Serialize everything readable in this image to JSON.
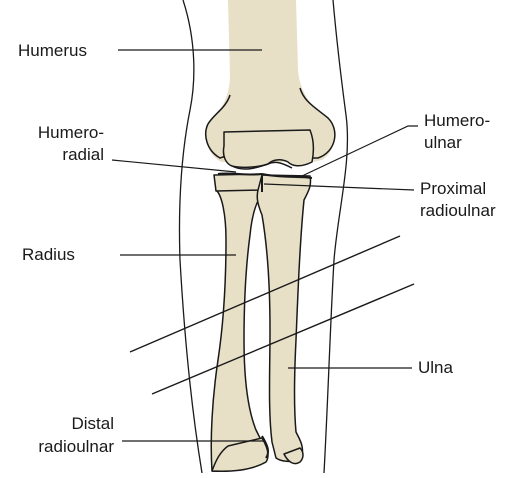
{
  "figure": {
    "colors": {
      "bone_fill": "#e7dfc6",
      "bone_outline": "#1a1a1a",
      "skin_outline": "#1a1a1a",
      "leader_line": "#1a1a1a",
      "background": "#ffffff"
    },
    "labels": {
      "humerus": "Humerus",
      "humeroradial_1": "Humero-",
      "humeroradial_2": "radial",
      "humeroulnar_1": "Humero-",
      "humeroulnar_2": "ulnar",
      "proximal_radioulnar_1": "Proximal",
      "proximal_radioulnar_2": "radioulnar",
      "radius": "Radius",
      "ulna": "Ulna",
      "distal_radioulnar_1": "Distal",
      "distal_radioulnar_2": "radioulnar"
    }
  }
}
